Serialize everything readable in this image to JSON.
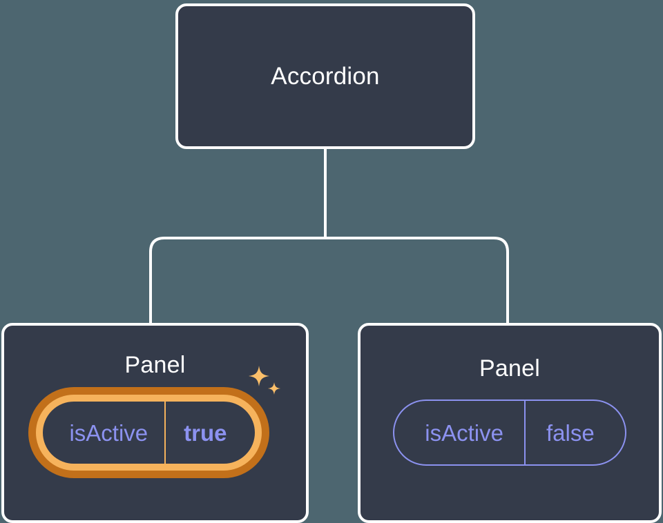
{
  "canvas": {
    "background_color": "#4d6670",
    "node_fill": "#343b4a",
    "node_border": "#ffffff",
    "connector_color": "#ffffff",
    "accent_periwinkle": "#8c92f0",
    "highlight_orange_inner": "#f6b35c",
    "highlight_orange_outer": "#c2701a",
    "sparkle_color": "#fbbf6a"
  },
  "tree": {
    "root": {
      "title": "Accordion"
    },
    "children": [
      {
        "title": "Panel",
        "highlighted": true,
        "prop": {
          "key": "isActive",
          "value": "true"
        }
      },
      {
        "title": "Panel",
        "highlighted": false,
        "prop": {
          "key": "isActive",
          "value": "false"
        }
      }
    ]
  },
  "icons": {
    "sparkle_large": "sparkle-icon",
    "sparkle_small": "sparkle-small-icon"
  }
}
